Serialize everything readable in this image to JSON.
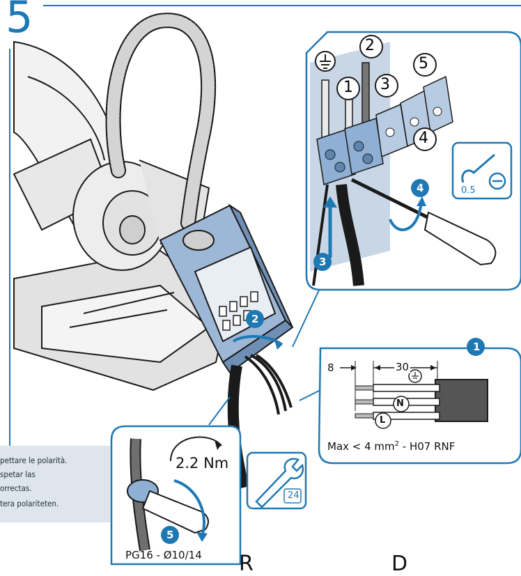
{
  "step_number": "5",
  "note_lines": [
    "pettare le polarità.",
    "spetar las",
    "orrectas.",
    "tera polariteten."
  ],
  "callouts": {
    "step1": "1",
    "step2": "2",
    "step3": "3",
    "step4": "4",
    "step5": "5"
  },
  "terminal_labels": [
    "1",
    "2",
    "3",
    "4",
    "5"
  ],
  "cable_prep": {
    "dim_strip": "8",
    "dim_sheath": "30",
    "wire_labels": [
      "N",
      "L"
    ],
    "spec": "Max < 4 mm² - H07 RNF",
    "spec_main": "Max < 4 mm",
    "spec_sup": "2",
    "spec_tail": " - H07 RNF"
  },
  "screwdriver_size": "0.5",
  "torque": "2.2 Nm",
  "gland_spec": "PG16 - Ø10/14",
  "wrench_size": "24",
  "bottom_partial": [
    "R",
    "D"
  ],
  "colors": {
    "accent": "#1e78b4",
    "panel_bg": "#dfe5ec",
    "line": "#1a1a1a",
    "wall": "#c9d6e6"
  }
}
